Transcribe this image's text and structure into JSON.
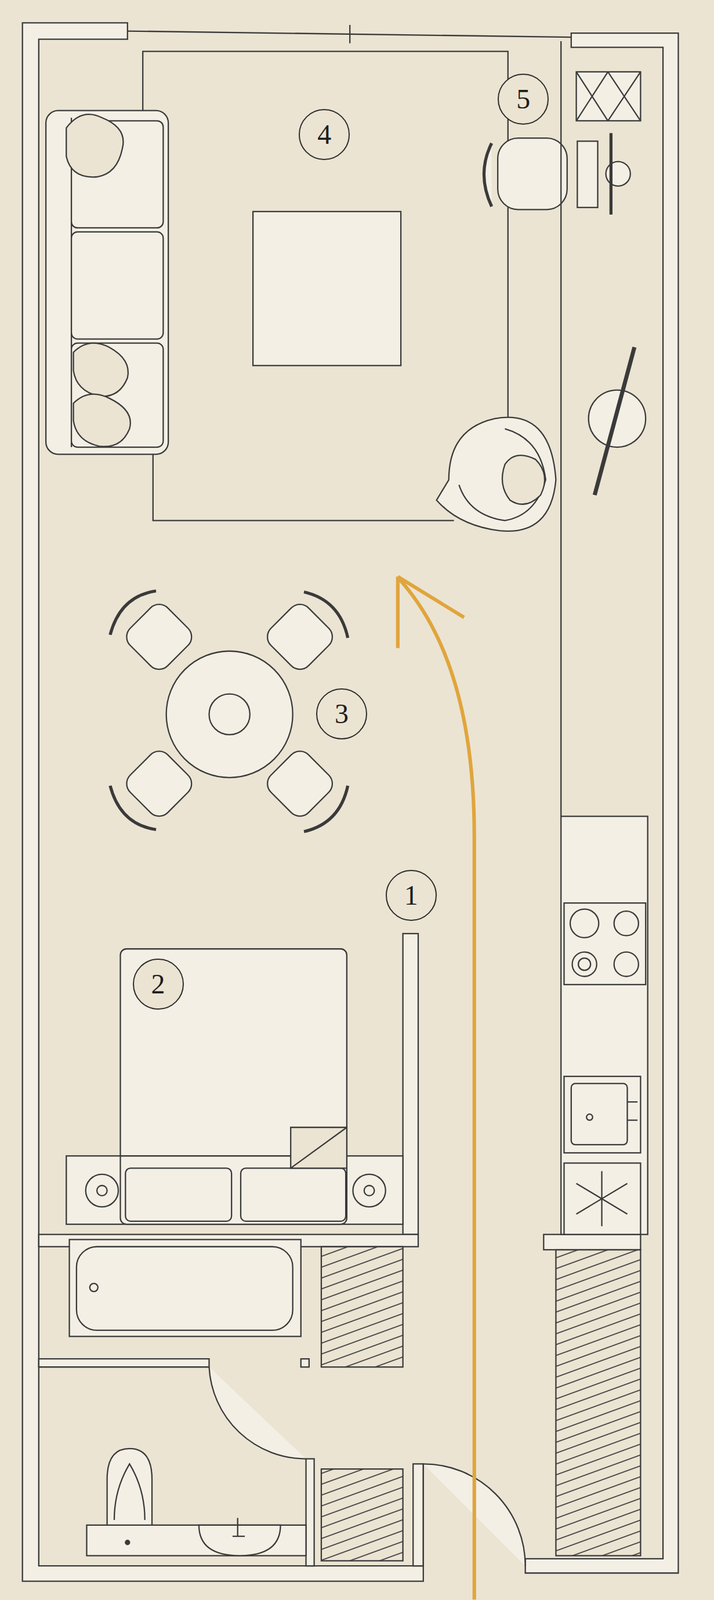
{
  "diagram": {
    "nodes": [
      {
        "text": [
          "4"
        ]
      },
      {
        "text": [
          "5"
        ]
      },
      {
        "text": [
          "3"
        ]
      },
      {
        "text": [
          "1"
        ]
      },
      {
        "text": [
          "2"
        ]
      }
    ]
  }
}
